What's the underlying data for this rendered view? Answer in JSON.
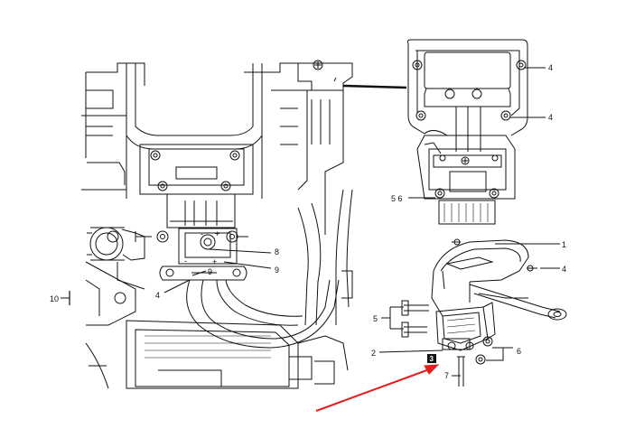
{
  "callouts": {
    "c1": "1",
    "c2": "2",
    "c3": "3",
    "c4a": "4",
    "c4b": "4",
    "c4c": "4",
    "c4d": "4",
    "c5": "5",
    "c56": "5 6",
    "c6": "6",
    "c7": "7",
    "c8": "8",
    "c9a": "9",
    "c9b": "9",
    "c10": "10",
    "minus": "-",
    "plus": "+",
    "minus2": "-",
    "plus2": "+"
  },
  "colors": {
    "line": "#111111",
    "pointer_arrow": "#e41e1e",
    "badge": "#111111"
  },
  "icons": {
    "pointer": "red-arrow-icon"
  }
}
